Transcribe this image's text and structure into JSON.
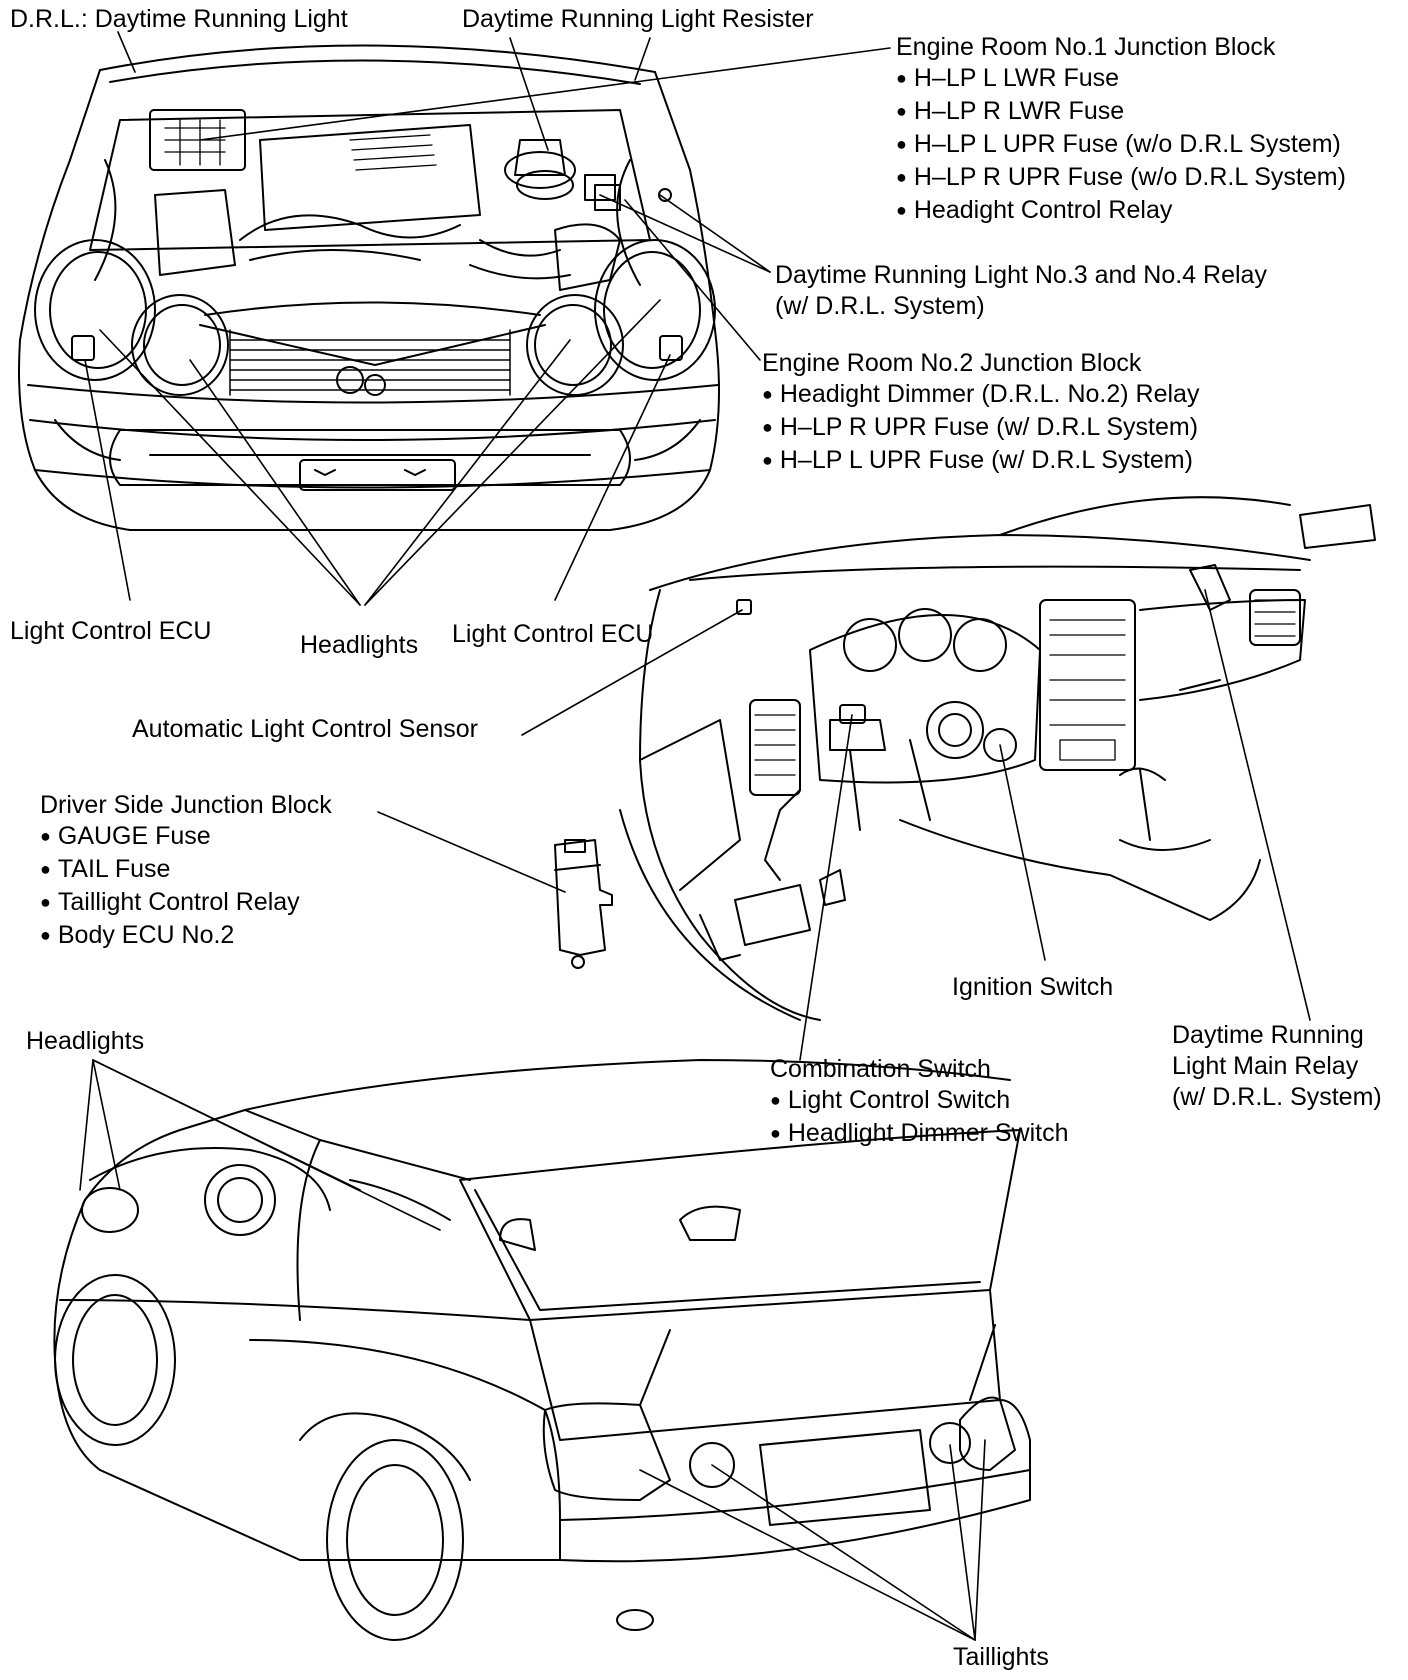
{
  "labels": {
    "drl_title": "D.R.L.: Daytime Running Light",
    "drl_resister": "Daytime Running Light Resister",
    "er1": {
      "title": "Engine Room No.1 Junction Block",
      "items": [
        "H–LP L LWR Fuse",
        "H–LP R LWR Fuse",
        "H–LP L UPR Fuse (w/o D.R.L System)",
        "H–LP R UPR Fuse (w/o D.R.L System)",
        "Headight Control Relay"
      ]
    },
    "drl34": [
      "Daytime Running Light No.3 and No.4 Relay",
      "(w/ D.R.L. System)"
    ],
    "er2": {
      "title": "Engine Room No.2 Junction Block",
      "items": [
        "Headight Dimmer (D.R.L. No.2) Relay",
        "H–LP R UPR Fuse (w/ D.R.L System)",
        "H–LP L UPR Fuse (w/ D.R.L System)"
      ]
    },
    "light_ecu_left": "Light Control ECU",
    "headlights_top": "Headlights",
    "light_ecu_right": "Light Control ECU",
    "auto_sensor": "Automatic Light Control Sensor",
    "dsjb": {
      "title": "Driver Side Junction Block",
      "items": [
        "GAUGE Fuse",
        "TAIL Fuse",
        "Taillight Control Relay",
        "Body ECU No.2"
      ]
    },
    "ignition": "Ignition Switch",
    "drl_main": [
      "Daytime Running",
      "Light Main Relay",
      "(w/ D.R.L. System)"
    ],
    "combo": {
      "title": "Combination Switch",
      "items": [
        "Light Control Switch",
        "Headlight Dimmer Switch"
      ]
    },
    "headlights_bottom": "Headlights",
    "taillights": "Taillights"
  }
}
